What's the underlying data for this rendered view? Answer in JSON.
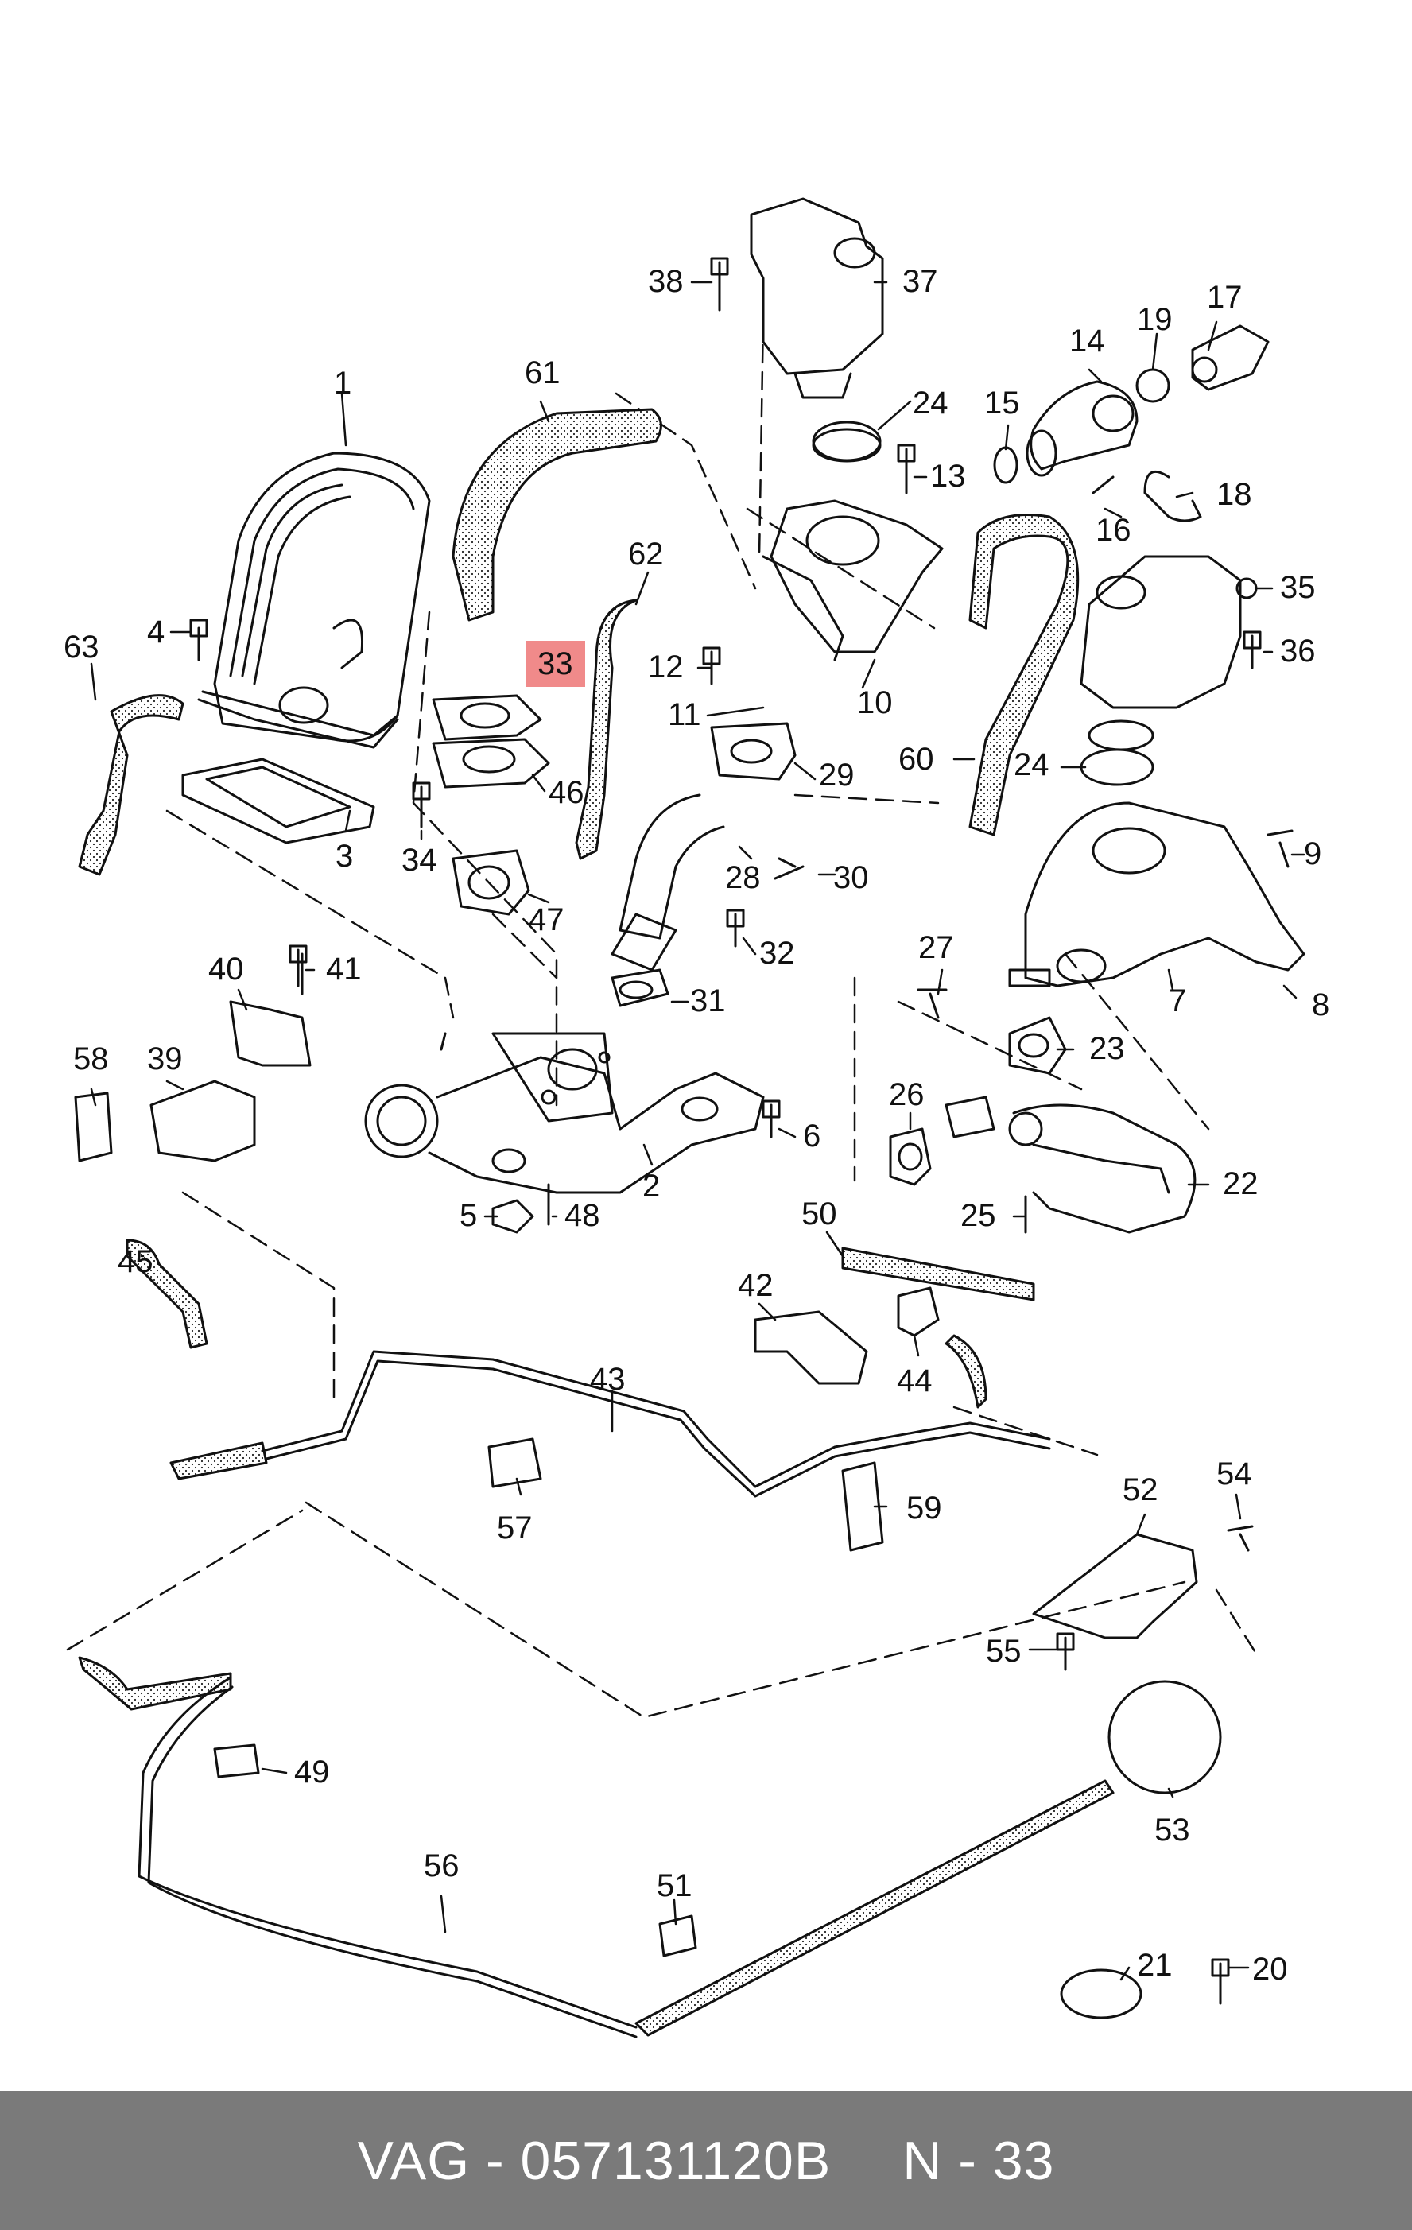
{
  "diagram": {
    "highlight_color": "#f08a8a",
    "labels": [
      {
        "text": "38"
      },
      {
        "text": "37"
      },
      {
        "text": "17"
      },
      {
        "text": "19"
      },
      {
        "text": "14"
      },
      {
        "text": "61"
      },
      {
        "text": "1"
      },
      {
        "text": "24"
      },
      {
        "text": "15"
      },
      {
        "text": "13"
      },
      {
        "text": "18"
      },
      {
        "text": "16"
      },
      {
        "text": "62"
      },
      {
        "text": "35"
      },
      {
        "text": "4"
      },
      {
        "text": "63"
      },
      {
        "text": "33"
      },
      {
        "text": "12"
      },
      {
        "text": "36"
      },
      {
        "text": "11"
      },
      {
        "text": "10"
      },
      {
        "text": "46"
      },
      {
        "text": "29"
      },
      {
        "text": "60"
      },
      {
        "text": "24"
      },
      {
        "text": "3"
      },
      {
        "text": "34"
      },
      {
        "text": "28"
      },
      {
        "text": "30"
      },
      {
        "text": "9"
      },
      {
        "text": "47"
      },
      {
        "text": "27"
      },
      {
        "text": "32"
      },
      {
        "text": "40"
      },
      {
        "text": "41"
      },
      {
        "text": "31"
      },
      {
        "text": "7"
      },
      {
        "text": "8"
      },
      {
        "text": "58"
      },
      {
        "text": "39"
      },
      {
        "text": "23"
      },
      {
        "text": "26"
      },
      {
        "text": "6"
      },
      {
        "text": "2"
      },
      {
        "text": "22"
      },
      {
        "text": "5"
      },
      {
        "text": "48"
      },
      {
        "text": "25"
      },
      {
        "text": "45"
      },
      {
        "text": "50"
      },
      {
        "text": "42"
      },
      {
        "text": "43"
      },
      {
        "text": "44"
      },
      {
        "text": "52"
      },
      {
        "text": "54"
      },
      {
        "text": "57"
      },
      {
        "text": "59"
      },
      {
        "text": "55"
      },
      {
        "text": "49"
      },
      {
        "text": "53"
      },
      {
        "text": "56"
      },
      {
        "text": "51"
      },
      {
        "text": "21"
      },
      {
        "text": "20"
      }
    ]
  },
  "footer": {
    "part": "VAG - 057131120B",
    "ref": "N - 33"
  }
}
